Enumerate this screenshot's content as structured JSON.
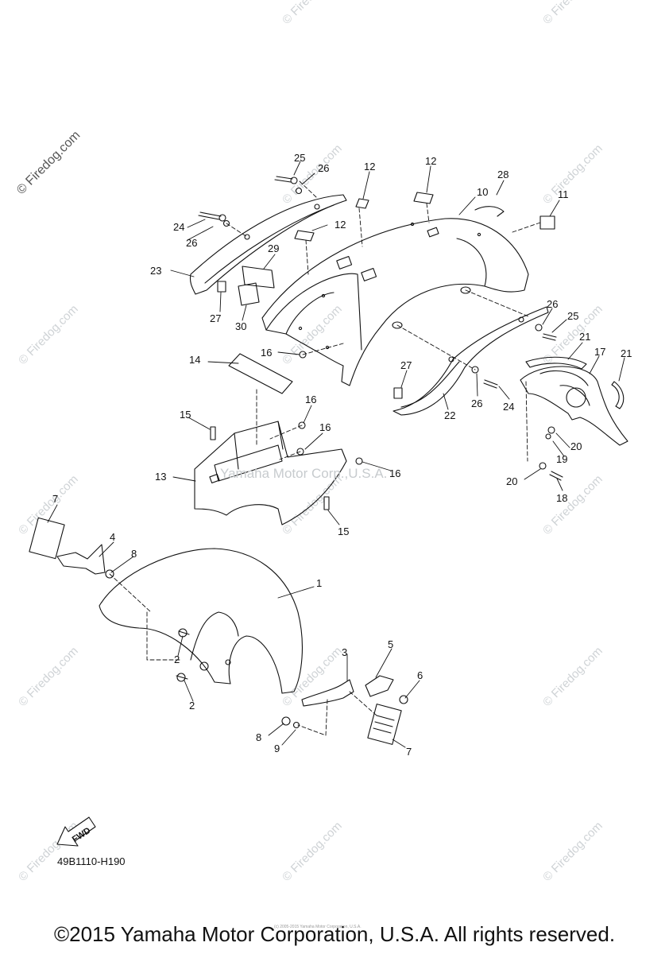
{
  "watermark": {
    "main": "© Firedog.com",
    "tile": "© Firedog.com",
    "center": "Yamaha Motor Corp.,U.S.A."
  },
  "diagram": {
    "code": "49B1110-H190",
    "fwd_label": "FWD",
    "callouts": [
      "1",
      "2",
      "2",
      "3",
      "4",
      "5",
      "6",
      "7",
      "7",
      "8",
      "8",
      "9",
      "10",
      "11",
      "12",
      "12",
      "12",
      "13",
      "14",
      "15",
      "15",
      "16",
      "16",
      "16",
      "16",
      "17",
      "18",
      "19",
      "20",
      "20",
      "21",
      "21",
      "22",
      "23",
      "24",
      "24",
      "25",
      "25",
      "26",
      "26",
      "26",
      "27",
      "27",
      "28",
      "29",
      "30"
    ]
  },
  "footer": {
    "copyright": "©2015 Yamaha Motor Corporation, U.S.A. All rights reserved.",
    "fineprint": "(c) 2005-2015 Yamaha Motor Corporation, U.S.A."
  }
}
